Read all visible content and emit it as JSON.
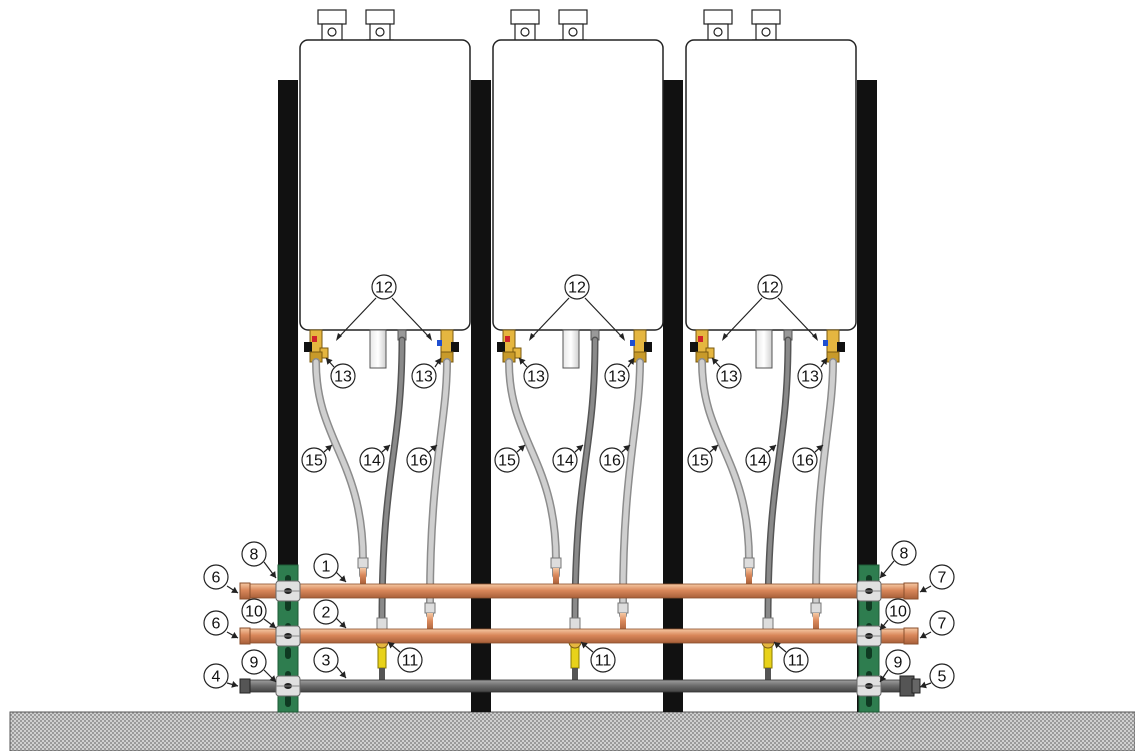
{
  "colors": {
    "copper": "#d9875a",
    "copper_light": "#f1b58a",
    "gas_pipe": "#6f6f6f",
    "strut": "#2e7d4f",
    "wall_strip": "#111111",
    "floor": "#bfbfbf",
    "hose_light": "#cfcfcf",
    "hose_gas": "#8a8a8a",
    "gas_valve": "#e8d21a",
    "heater_fill": "#ffffff"
  },
  "callouts": {
    "pipe_1": "1",
    "pipe_2": "2",
    "pipe_3": "3",
    "gas_end_left": "4",
    "gas_end_right": "5",
    "copper_end_left": "6",
    "copper_end_right": "7",
    "clamp_top": "8",
    "clamp_gas": "9",
    "clamp_mid": "10",
    "gas_valve": "11",
    "valve_pair": "12",
    "relief_valve": "13",
    "gas_hose": "14",
    "hose_left": "15",
    "hose_right": "16"
  },
  "units": [
    {
      "id": "heater-1"
    },
    {
      "id": "heater-2"
    },
    {
      "id": "heater-3"
    }
  ]
}
